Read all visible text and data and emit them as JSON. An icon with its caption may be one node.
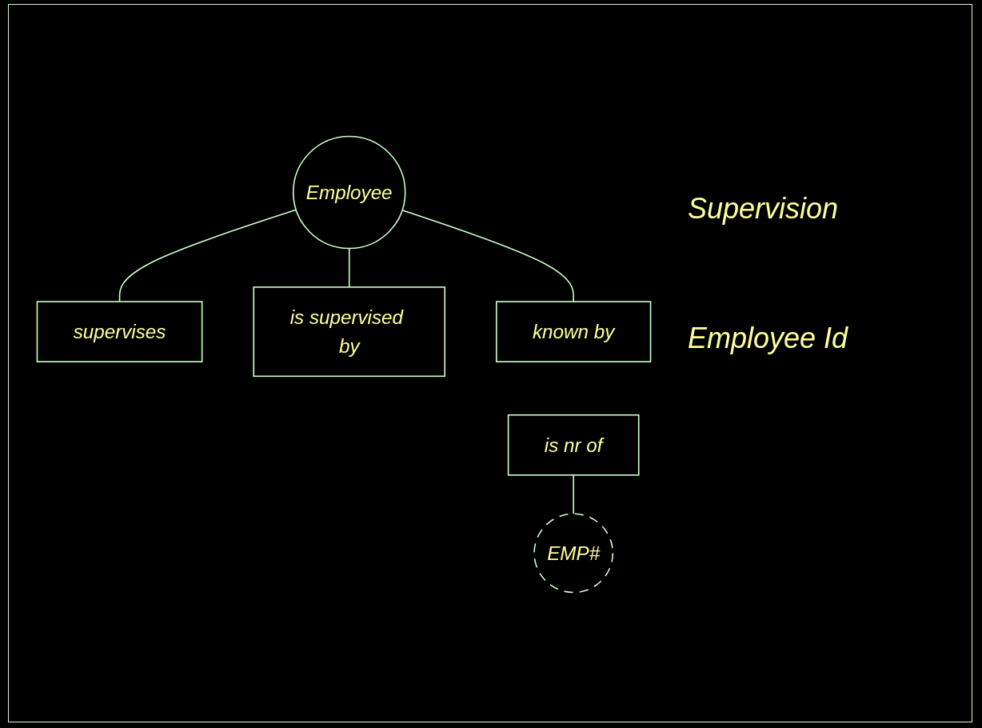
{
  "diagram": {
    "nodes": [
      {
        "text": [
          "Employee"
        ]
      },
      {
        "text": [
          "supervises"
        ]
      },
      {
        "text": [
          "is supervised by"
        ]
      },
      {
        "text": [
          "known by"
        ]
      },
      {
        "text": [
          "is nr of"
        ]
      },
      {
        "text": [
          "EMP#"
        ]
      }
    ],
    "edges": [
      {
        "from": 0,
        "to": 1,
        "arrow": "none"
      },
      {
        "from": 0,
        "to": 2,
        "arrow": "none"
      },
      {
        "from": 0,
        "to": 3,
        "arrow": "none"
      },
      {
        "from": 4,
        "to": 5,
        "arrow": "none"
      }
    ],
    "labels": [
      "Supervision",
      "Employee Id"
    ]
  }
}
